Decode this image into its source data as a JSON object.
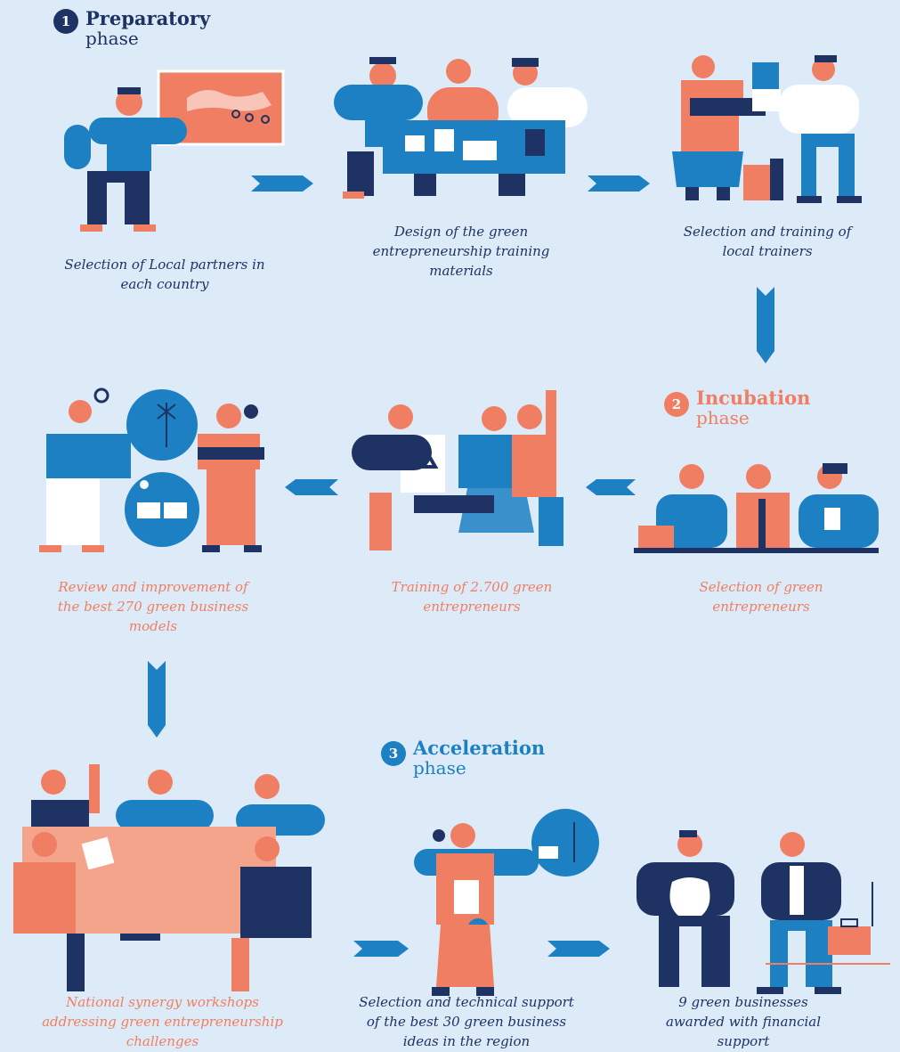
{
  "colors": {
    "navy": "#1e3263",
    "blue": "#1c80c3",
    "coral": "#f07e63",
    "bg": "#dcebf7"
  },
  "phases": [
    {
      "number": "1",
      "title": "Preparatory",
      "subtitle": "phase",
      "color": "#1e3263"
    },
    {
      "number": "2",
      "title": "Incubation",
      "subtitle": "phase",
      "color": "#f07e63"
    },
    {
      "number": "3",
      "title": "Acceleration",
      "subtitle": "phase",
      "color": "#1c80c3"
    }
  ],
  "steps": {
    "s1": "Selection of Local partners in each country",
    "s2": "Design of the green entrepreneurship training materials",
    "s3": "Selection and training of local trainers",
    "s4": "Selection of green entrepreneurs",
    "s5": "Training of 2.700 green entrepreneurs",
    "s6": "Review and improvement of the best 270 green business models",
    "s7": "National synergy workshops addressing green entrepreneurship challenges",
    "s8": "Selection and technical support of the best 30 green business ideas in the region",
    "s9": "9 green businesses awarded with financial support"
  },
  "icons": [
    "map-icon",
    "recycle-icon",
    "scales-icon",
    "magnifier-icon",
    "solar-panel-icon",
    "wind-turbine-icon",
    "money-bag-icon",
    "briefcase-icon",
    "award-ribbon-icon"
  ]
}
